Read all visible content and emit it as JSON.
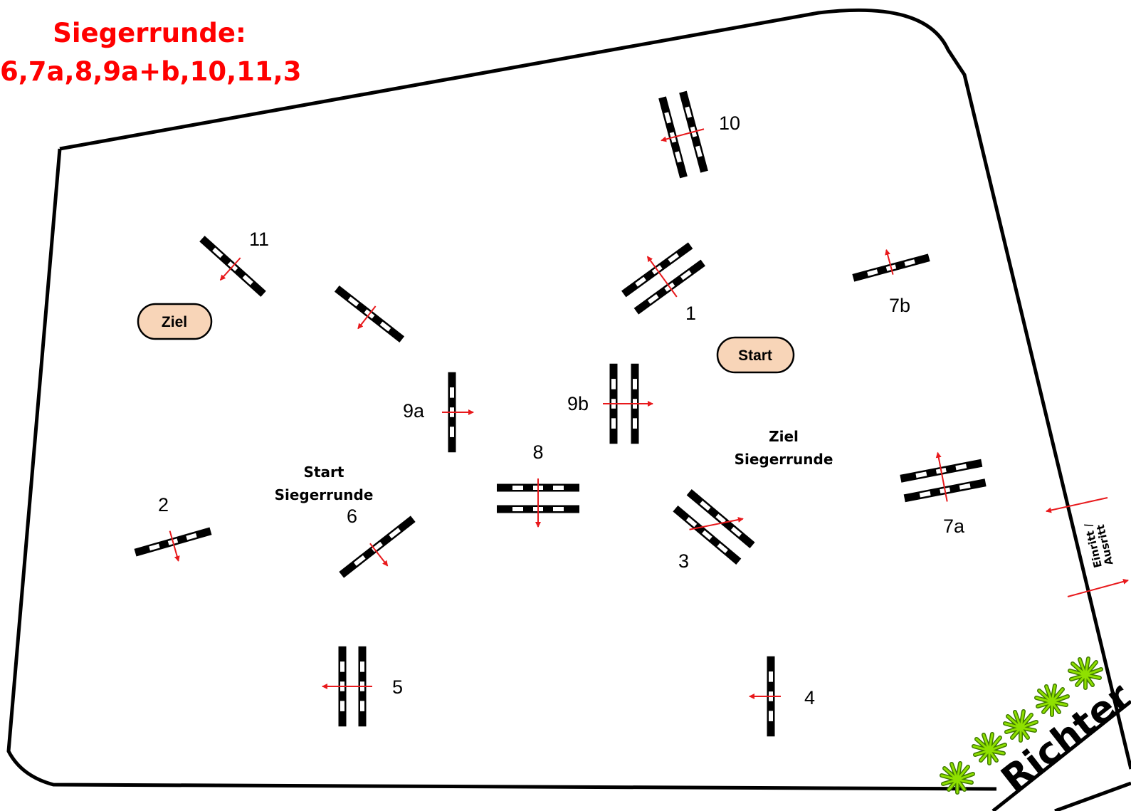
{
  "heading": {
    "line1": "Siegerrunde:",
    "line2": "6,7a,8,9a+b,10,11,3",
    "color": "#ff0000"
  },
  "obstacles": {
    "o1": "1",
    "o2": "2",
    "o3": "3",
    "o4": "4",
    "o5": "5",
    "o6": "6",
    "o7a": "7a",
    "o7b": "7b",
    "o8": "8",
    "o9a": "9a",
    "o9b": "9b",
    "o10": "10",
    "o11": "11"
  },
  "markers": {
    "start": "Start",
    "ziel": "Ziel",
    "oval_fill": "#f8d5b8"
  },
  "jumpoff": {
    "start_line1": "Start",
    "start_line2": "Siegerrunde",
    "finish_line1": "Ziel",
    "finish_line2": "Siegerrunde"
  },
  "entrance": {
    "line1": "Einritt /",
    "line2": "Ausritt"
  },
  "judge": {
    "label": "Richter",
    "plant_color": "#7fd000"
  },
  "arrow_color": "#e8191c"
}
